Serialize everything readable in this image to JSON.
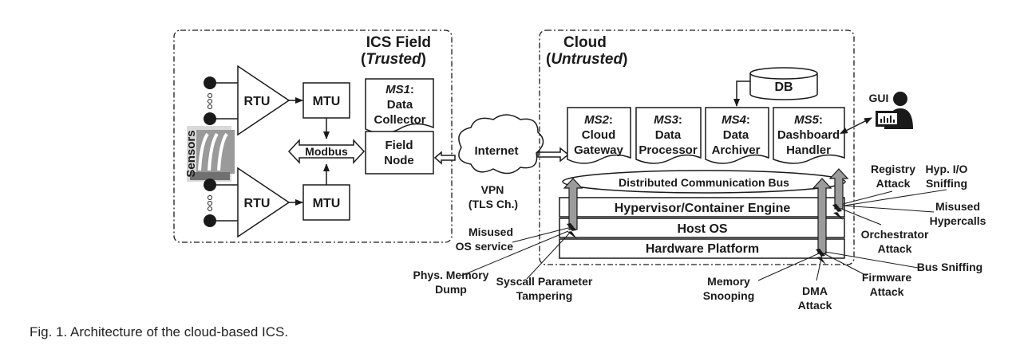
{
  "regions": {
    "field": {
      "title": "ICS Field",
      "subtitle": "Trusted"
    },
    "cloud": {
      "title": "Cloud",
      "subtitle": "Untrusted"
    }
  },
  "field": {
    "sensors_label": "Sensors",
    "rtu_label": "RTU",
    "mtu_label": "MTU",
    "modbus_label": "Modbus",
    "ms1": {
      "id": "MS1",
      "line1": "Data",
      "line2": "Collector"
    },
    "field_node": {
      "line1": "Field",
      "line2": "Node"
    }
  },
  "network": {
    "internet_label": "Internet",
    "vpn_line1": "VPN",
    "vpn_line2": "(TLS Ch.)"
  },
  "cloud": {
    "db_label": "DB",
    "gui_label": "GUI",
    "microservices": [
      {
        "id": "MS2",
        "line1": "Cloud",
        "line2": "Gateway"
      },
      {
        "id": "MS3",
        "line1": "Data",
        "line2": "Processor"
      },
      {
        "id": "MS4",
        "line1": "Data",
        "line2": "Archiver"
      },
      {
        "id": "MS5",
        "line1": "Dashboard",
        "line2": "Handler"
      }
    ],
    "bus_label": "Distributed Communication Bus",
    "layers": [
      "Hypervisor/Container Engine",
      "Host OS",
      "Hardware Platform"
    ]
  },
  "attacks": {
    "misused_os_service": [
      "Misused",
      "OS service"
    ],
    "phys_memory_dump": [
      "Phys. Memory",
      "Dump"
    ],
    "syscall_parameter_tampering": [
      "Syscall Parameter",
      "Tampering"
    ],
    "memory_snooping": [
      "Memory",
      "Snooping"
    ],
    "dma_attack": [
      "DMA",
      "Attack"
    ],
    "firmware_attack": [
      "Firmware",
      "Attack"
    ],
    "bus_sniffing": [
      "Bus Sniffing"
    ],
    "orchestrator_attack": [
      "Orchestrator",
      "Attack"
    ],
    "misused_hypercalls": [
      "Misused",
      "Hypercalls"
    ],
    "registry_attack": [
      "Registry",
      "Attack"
    ],
    "hyp_io_sniffing": [
      "Hyp. I/O",
      "Sniffing"
    ]
  },
  "caption": "Fig. 1. Architecture of the cloud-based ICS."
}
